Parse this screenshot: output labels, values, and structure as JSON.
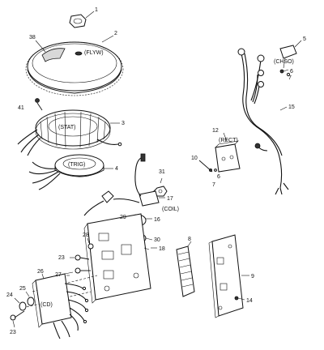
{
  "callouts": [
    "1",
    "2",
    "38",
    "41",
    "3",
    "4",
    "5",
    "6",
    "7",
    "15",
    "12",
    "10",
    "6",
    "7",
    "31",
    "17",
    "16",
    "18",
    "29",
    "30",
    "28",
    "23",
    "27",
    "26",
    "25",
    "24",
    "23",
    "8",
    "9",
    "14"
  ],
  "component_labels": [
    "(FLYW)",
    "(STAT)",
    "(TRIG)",
    "(CHSO)",
    "(RECT)",
    "(COIL)",
    "(CD)"
  ]
}
